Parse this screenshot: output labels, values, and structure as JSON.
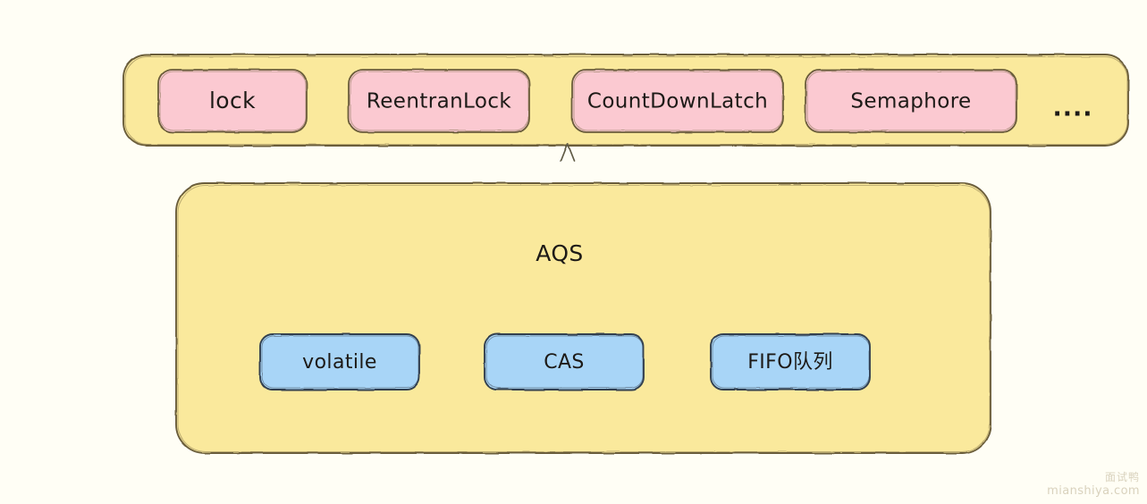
{
  "diagram": {
    "title": "AQS",
    "background_color": "#fffef5",
    "palette": {
      "yellow_fill": "#fae99c",
      "pink_fill": "#fbc9d1",
      "blue_fill": "#a8d5f7",
      "yellow_stroke": "#6b5d3a",
      "pink_stroke": "#6b5d3a",
      "blue_stroke": "#33414f",
      "arrow_stroke": "#5f5a45",
      "text_color": "#1d1a17"
    },
    "top_group": {
      "name": "synchronizer-implementations",
      "items": [
        {
          "label": "lock"
        },
        {
          "label": "ReentranLock"
        },
        {
          "label": "CountDownLatch"
        },
        {
          "label": "Semaphore"
        }
      ],
      "ellipsis": "...."
    },
    "bottom_group": {
      "label": "AQS",
      "items": [
        {
          "label": "volatile"
        },
        {
          "label": "CAS"
        },
        {
          "label": "FIFO队列"
        }
      ]
    },
    "connector": {
      "name": "aqs-to-implementations-arrow",
      "direction": "up"
    }
  },
  "watermark": {
    "cn": "面试鸭",
    "en": "mianshiya.com"
  }
}
